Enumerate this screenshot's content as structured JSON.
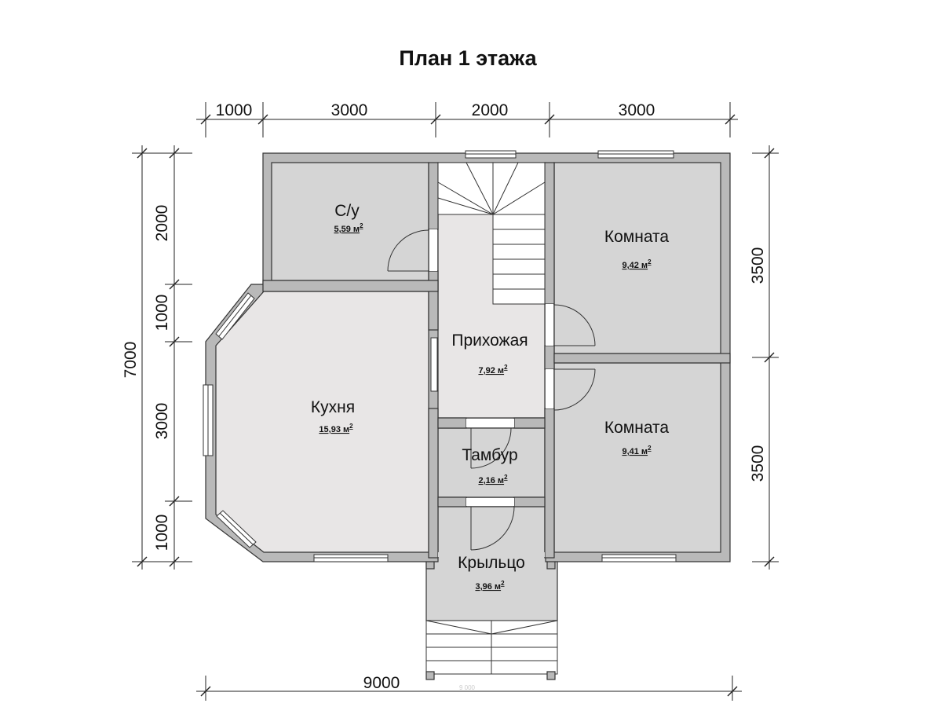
{
  "title": "План 1 этажа",
  "dimensions": {
    "top": [
      "1000",
      "3000",
      "2000",
      "3000"
    ],
    "bottom_total": "9000",
    "bottom_faint": "9 000",
    "left_total": "7000",
    "left": [
      "2000",
      "1000",
      "3000",
      "1000"
    ],
    "right": [
      "3500",
      "3500"
    ]
  },
  "rooms": [
    {
      "name": "С/у",
      "area": "5,59 м"
    },
    {
      "name": "Комната",
      "area": "9,42 м"
    },
    {
      "name": "Прихожая",
      "area": "7,92 м"
    },
    {
      "name": "Кухня",
      "area": "15,93 м"
    },
    {
      "name": "Комната",
      "area": "9,41 м"
    },
    {
      "name": "Тамбур",
      "area": "2,16 м"
    },
    {
      "name": "Крыльцо",
      "area": "3,96 м"
    }
  ],
  "area_sup": "2"
}
